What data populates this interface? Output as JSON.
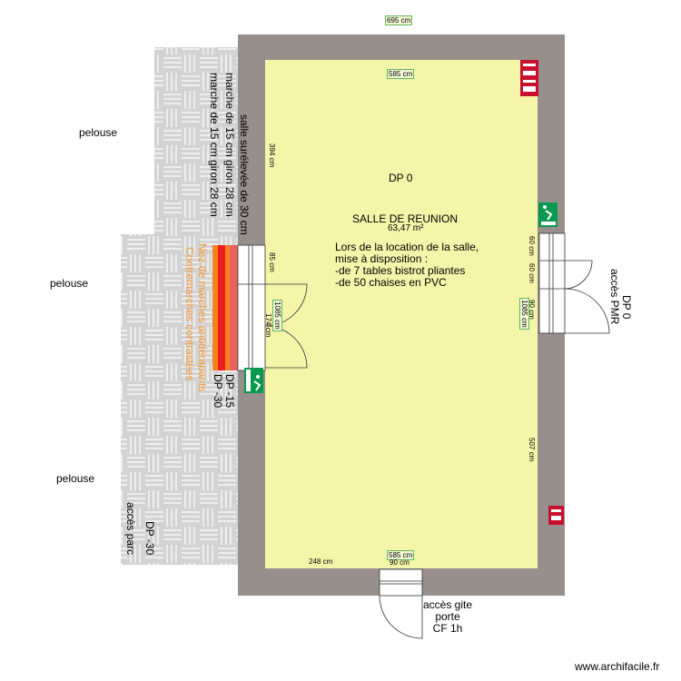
{
  "room": {
    "level": "DP 0",
    "name": "SALLE DE REUNION",
    "area": "63,47 m²",
    "notes": [
      "Lors de la location de la salle,",
      "mise à disposition :",
      "-de 7 tables bistrot pliantes",
      "-de 50 chaises en PVC"
    ]
  },
  "dimensions": {
    "outer_top": "695 cm",
    "inner_top": "585 cm",
    "inner_bottom": "585 cm",
    "left_upper": "394 cm",
    "left_door": "85 cm",
    "left_lower": "174 cm",
    "left_box": "1085 cm",
    "right_a": "60 cm",
    "right_b": "60 cm",
    "right_c": "90 cm",
    "right_box": "1085 cm",
    "right_lower": "507 cm",
    "bottom_left": "248 cm",
    "bottom_door": "90 cm"
  },
  "outside": {
    "lawn_1": "pelouse",
    "lawn_2": "pelouse",
    "lawn_3": "pelouse",
    "raised": "salle surélevée de 30 cm",
    "step_1": "marche de 15 cm giron 28 cm",
    "step_2": "marche de 15 cm giron 28 cm",
    "nosing": "Nez de marches antidérapants",
    "risers": "Contremarches contrastées",
    "dp_15": "DP -15",
    "dp_30": "DP -30",
    "pmr_level": "DP 0",
    "pmr": "accès PMR",
    "parc_level": "DP -30",
    "parc": "accès parc",
    "gite_1": "accès gite",
    "gite_2": "porte",
    "gite_3": "CF 1h"
  },
  "watermark": "www.archifacile.fr",
  "colors": {
    "wall": "#978f8c",
    "floor": "#f5f5aa",
    "paving": "#d3d3d3",
    "exit_sign": "#0a9a4e",
    "fire_sign": "#c8102e",
    "stair_red": "#ee1c1c",
    "stair_orange": "#f7811c",
    "stair_pink": "#e86060",
    "label_orange": "#f39a3b"
  }
}
